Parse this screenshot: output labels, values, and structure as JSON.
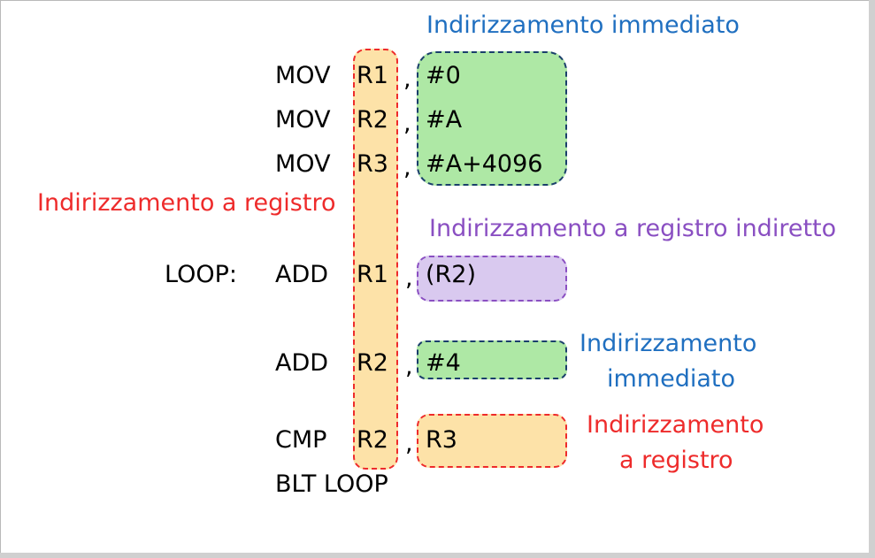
{
  "colors": {
    "immediate": "#1f6fc0",
    "register": "#ee2b2b",
    "indirect": "#8a4fc2",
    "green_fill": "#aee8a5",
    "orange_fill": "#fde2a8",
    "purple_fill": "#d9c9ef"
  },
  "code": {
    "mov": "MOV",
    "add": "ADD",
    "cmp": "CMP",
    "loop_label": "LOOP:",
    "blt_line": "BLT LOOP",
    "r1": "R1",
    "r2": "R2",
    "r3": "R3",
    "comma": ",",
    "imm_0": "#0",
    "imm_a": "#A",
    "imm_a4096": "#A+4096",
    "ind_r2": "(R2)",
    "imm_4": "#4",
    "op_r3": "R3"
  },
  "labels": {
    "immediate_top": "Indirizzamento immediato",
    "register_left": "Indirizzamento a registro",
    "indirect": "Indirizzamento a registro indiretto",
    "immediate_line1": "Indirizzamento",
    "immediate_line2": "immediato",
    "register_line1": "Indirizzamento",
    "register_line2": "a registro"
  }
}
